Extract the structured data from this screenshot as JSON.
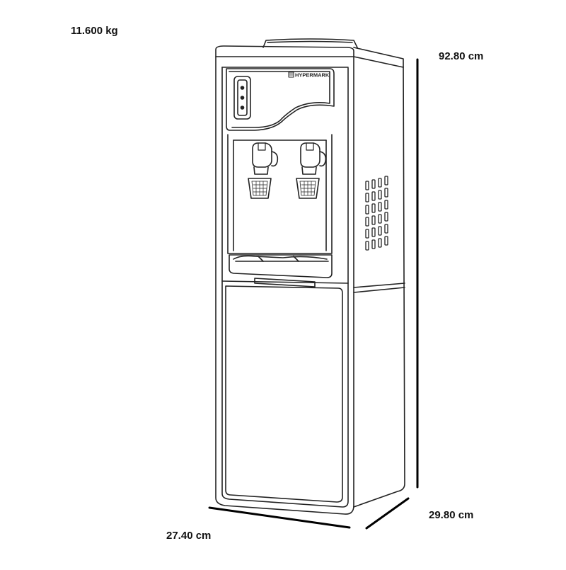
{
  "product": {
    "brand_text": "HYPERMARK"
  },
  "specs": {
    "weight": "11.600 kg",
    "height": "92.80 cm",
    "depth": "29.80 cm",
    "width": "27.40 cm"
  },
  "colors": {
    "line": "#222222",
    "dimension_line": "#000000",
    "background": "#ffffff"
  }
}
